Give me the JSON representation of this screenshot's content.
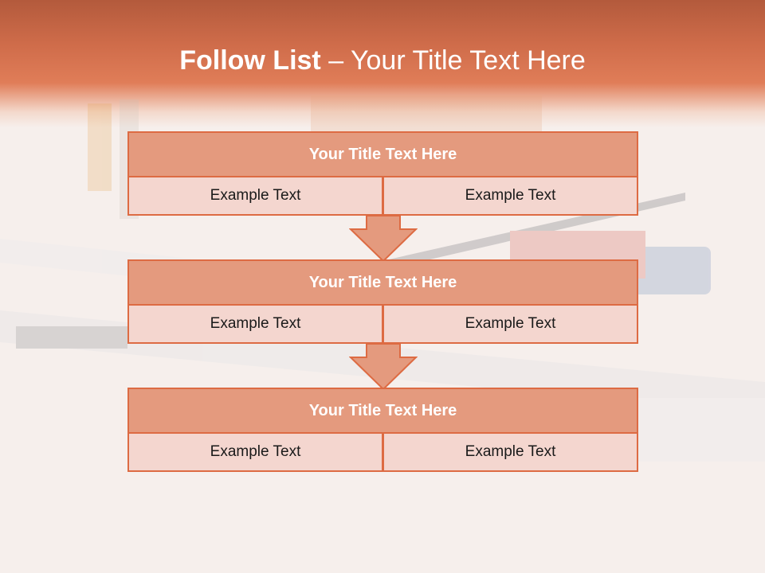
{
  "title": {
    "bold": "Follow List",
    "rest": " – Your Title Text Here"
  },
  "colors": {
    "accent": "#dd6b43",
    "header_fill": "#e49a7e",
    "cell_fill": "#f4d6cf"
  },
  "blocks": [
    {
      "title": "Your Title Text Here",
      "left": "Example Text",
      "right": "Example Text"
    },
    {
      "title": "Your Title Text Here",
      "left": "Example Text",
      "right": "Example Text"
    },
    {
      "title": "Your Title Text Here",
      "left": "Example Text",
      "right": "Example Text"
    }
  ]
}
